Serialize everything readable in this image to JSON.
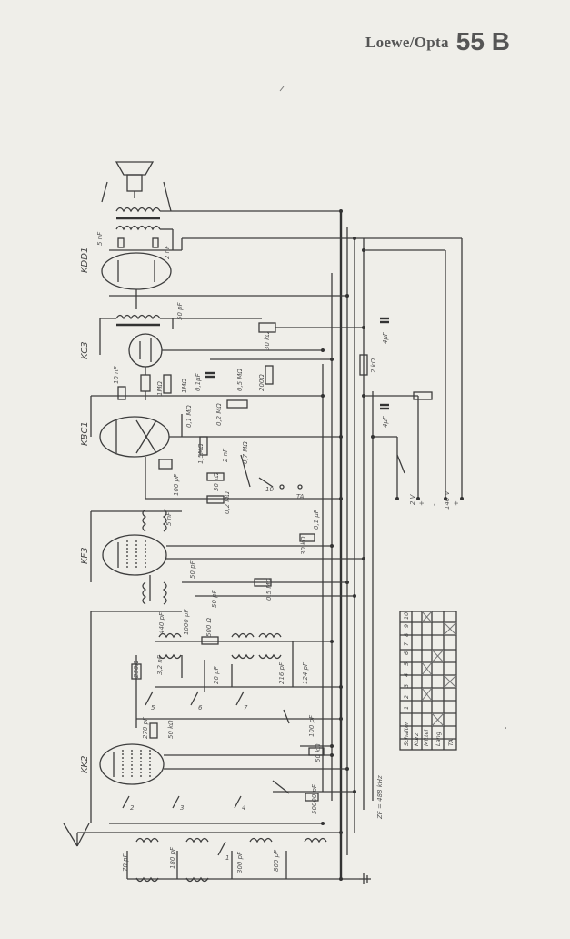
{
  "header": {
    "brand": "Loewe/Opta",
    "model": "55 B"
  },
  "tubes": [
    "KDD1",
    "KC3",
    "KBC1",
    "KF3",
    "KK2"
  ],
  "components": {
    "c_5nf": "5 nF",
    "c_2nf": "2 nF",
    "c_50pf": "50 pF",
    "r_30kohm": "30 kΩ",
    "c_4uf_a": "4μF",
    "r_2kohm": "2 kΩ",
    "c_10nf": "10 nF",
    "r_1mohm": "1MΩ",
    "r_1mohm_b": "1MΩ",
    "c_01uf": "0,1μF",
    "r_05mohm": "0,5 MΩ",
    "r_200ohm": "200Ω",
    "r_02mohm": "0,2 MΩ",
    "c_4uf_b": "4μF",
    "r_01mohm": "0,1 MΩ",
    "r_15mohm": "1,5MΩ",
    "c_2nf_b": "2 nF",
    "r_07mohm": "0,7 MΩ",
    "r_30kohm_b": "30 kΩ",
    "c_100pf": "100 pF",
    "r_02mohm_b": "0,2 MΩ",
    "c_5nf_b": "5 nF",
    "c_01uf_b": "0,1 μF",
    "r_30kohm_c": "30 kΩ",
    "c_50pf_b": "50 pF",
    "c_50pf_c": "50 pF",
    "r_05mohm_b": "0,5 MΩ",
    "c_440pf": "440 pF",
    "c_3_2nf": "3,2 nF",
    "c_1000pf": "1000 pF",
    "r_500ohm": "500 Ω",
    "c_20pf": "20 pF",
    "c_216pf": "216 pF",
    "c_124pf": "124 pF",
    "r_250ohm": "250Ω",
    "c_270pf": "270 pF",
    "r_50kohm": "50 kΩ",
    "c_100pf_b": "100 pF",
    "r_50kohm_b": "50 kΩ",
    "c_50000pf": "50000 pF",
    "c_70pf": "70 pF",
    "c_180pf": "180 pF",
    "c_300pf": "300 pF",
    "c_800pf": "800 pF",
    "zf": "ZF = 488 kHz"
  },
  "supply": [
    "2 V",
    "+",
    "-",
    "140 V",
    "+"
  ],
  "switch_labels": [
    "1",
    "2",
    "3",
    "4",
    "5",
    "6",
    "7",
    "8",
    "9",
    "10",
    "TA"
  ],
  "switch_table": {
    "header": [
      "Schalter",
      "1",
      "2",
      "3",
      "4",
      "5",
      "6",
      "7",
      "8",
      "9",
      "10"
    ],
    "rows": [
      "Kurz",
      "Mittel",
      "Lang",
      "TA"
    ]
  }
}
